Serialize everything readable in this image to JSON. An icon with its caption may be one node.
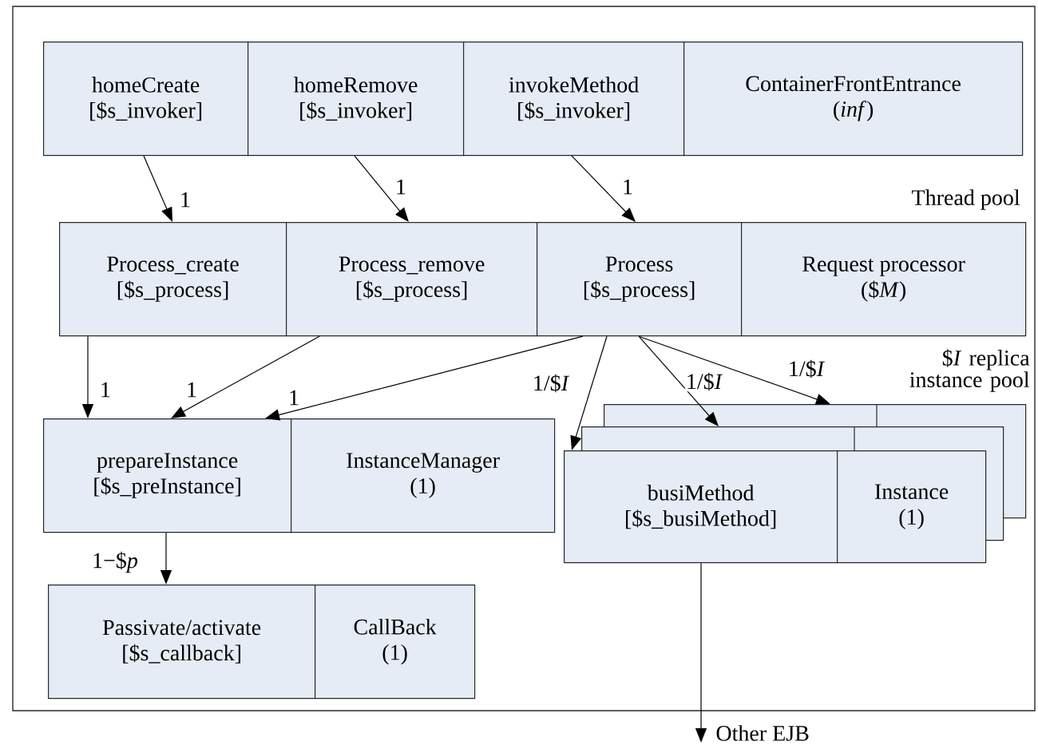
{
  "diagram": {
    "nodes": [
      {
        "text": [
          "homeCreate",
          "[$s_invoker]"
        ]
      },
      {
        "text": [
          "homeRemove",
          "[$s_invoker]"
        ]
      },
      {
        "text": [
          "invokeMethod",
          "[$s_invoker]"
        ]
      },
      {
        "text": [
          "ContainerFrontEntrance",
          "(*inf*)"
        ]
      },
      {
        "text": [
          "Process_create",
          "[$s_process]"
        ]
      },
      {
        "text": [
          "Process_remove",
          "[$s_process]"
        ]
      },
      {
        "text": [
          "Process",
          "[$s_process]"
        ]
      },
      {
        "text": [
          "Request processor",
          "($*M*)"
        ]
      },
      {
        "text": [
          "prepareInstance",
          "[$s_preInstance]"
        ]
      },
      {
        "text": [
          "InstanceManager",
          "(1)"
        ]
      },
      {
        "text": [
          "Passivate/activate",
          "[$s_callback]"
        ]
      },
      {
        "text": [
          "CallBack",
          "(1)"
        ]
      },
      {
        "text": [],
        "shape": "box"
      },
      {
        "text": [],
        "shape": "box"
      },
      {
        "text": [
          "busiMethod",
          "[$s_busiMethod]"
        ]
      },
      {
        "text": [
          "Instance",
          "(1)"
        ]
      },
      {
        "text": [
          "Other EJB"
        ]
      }
    ],
    "edges": [
      {
        "from": 0,
        "to": 4,
        "arrow": "to",
        "label": "1"
      },
      {
        "from": 1,
        "to": 5,
        "arrow": "to",
        "label": "1"
      },
      {
        "from": 2,
        "to": 6,
        "arrow": "to",
        "label": "1"
      },
      {
        "from": 4,
        "to": 8,
        "arrow": "to",
        "label": "1"
      },
      {
        "from": 5,
        "to": 8,
        "arrow": "to",
        "label": "1"
      },
      {
        "from": 6,
        "to": 8,
        "arrow": "to",
        "label": "1"
      },
      {
        "from": 6,
        "to": 14,
        "arrow": "to",
        "label": "1/$*I*"
      },
      {
        "from": 6,
        "to": 13,
        "arrow": "to",
        "label": "1/$*I*"
      },
      {
        "from": 6,
        "to": 12,
        "arrow": "to",
        "label": "1/$*I*"
      },
      {
        "from": 8,
        "to": 10,
        "arrow": "to",
        "label": "1−$*p*"
      },
      {
        "from": 14,
        "to": 16,
        "arrow": "to"
      }
    ],
    "labels": [
      "Thread pool",
      "$*I* replica instance pool"
    ]
  }
}
